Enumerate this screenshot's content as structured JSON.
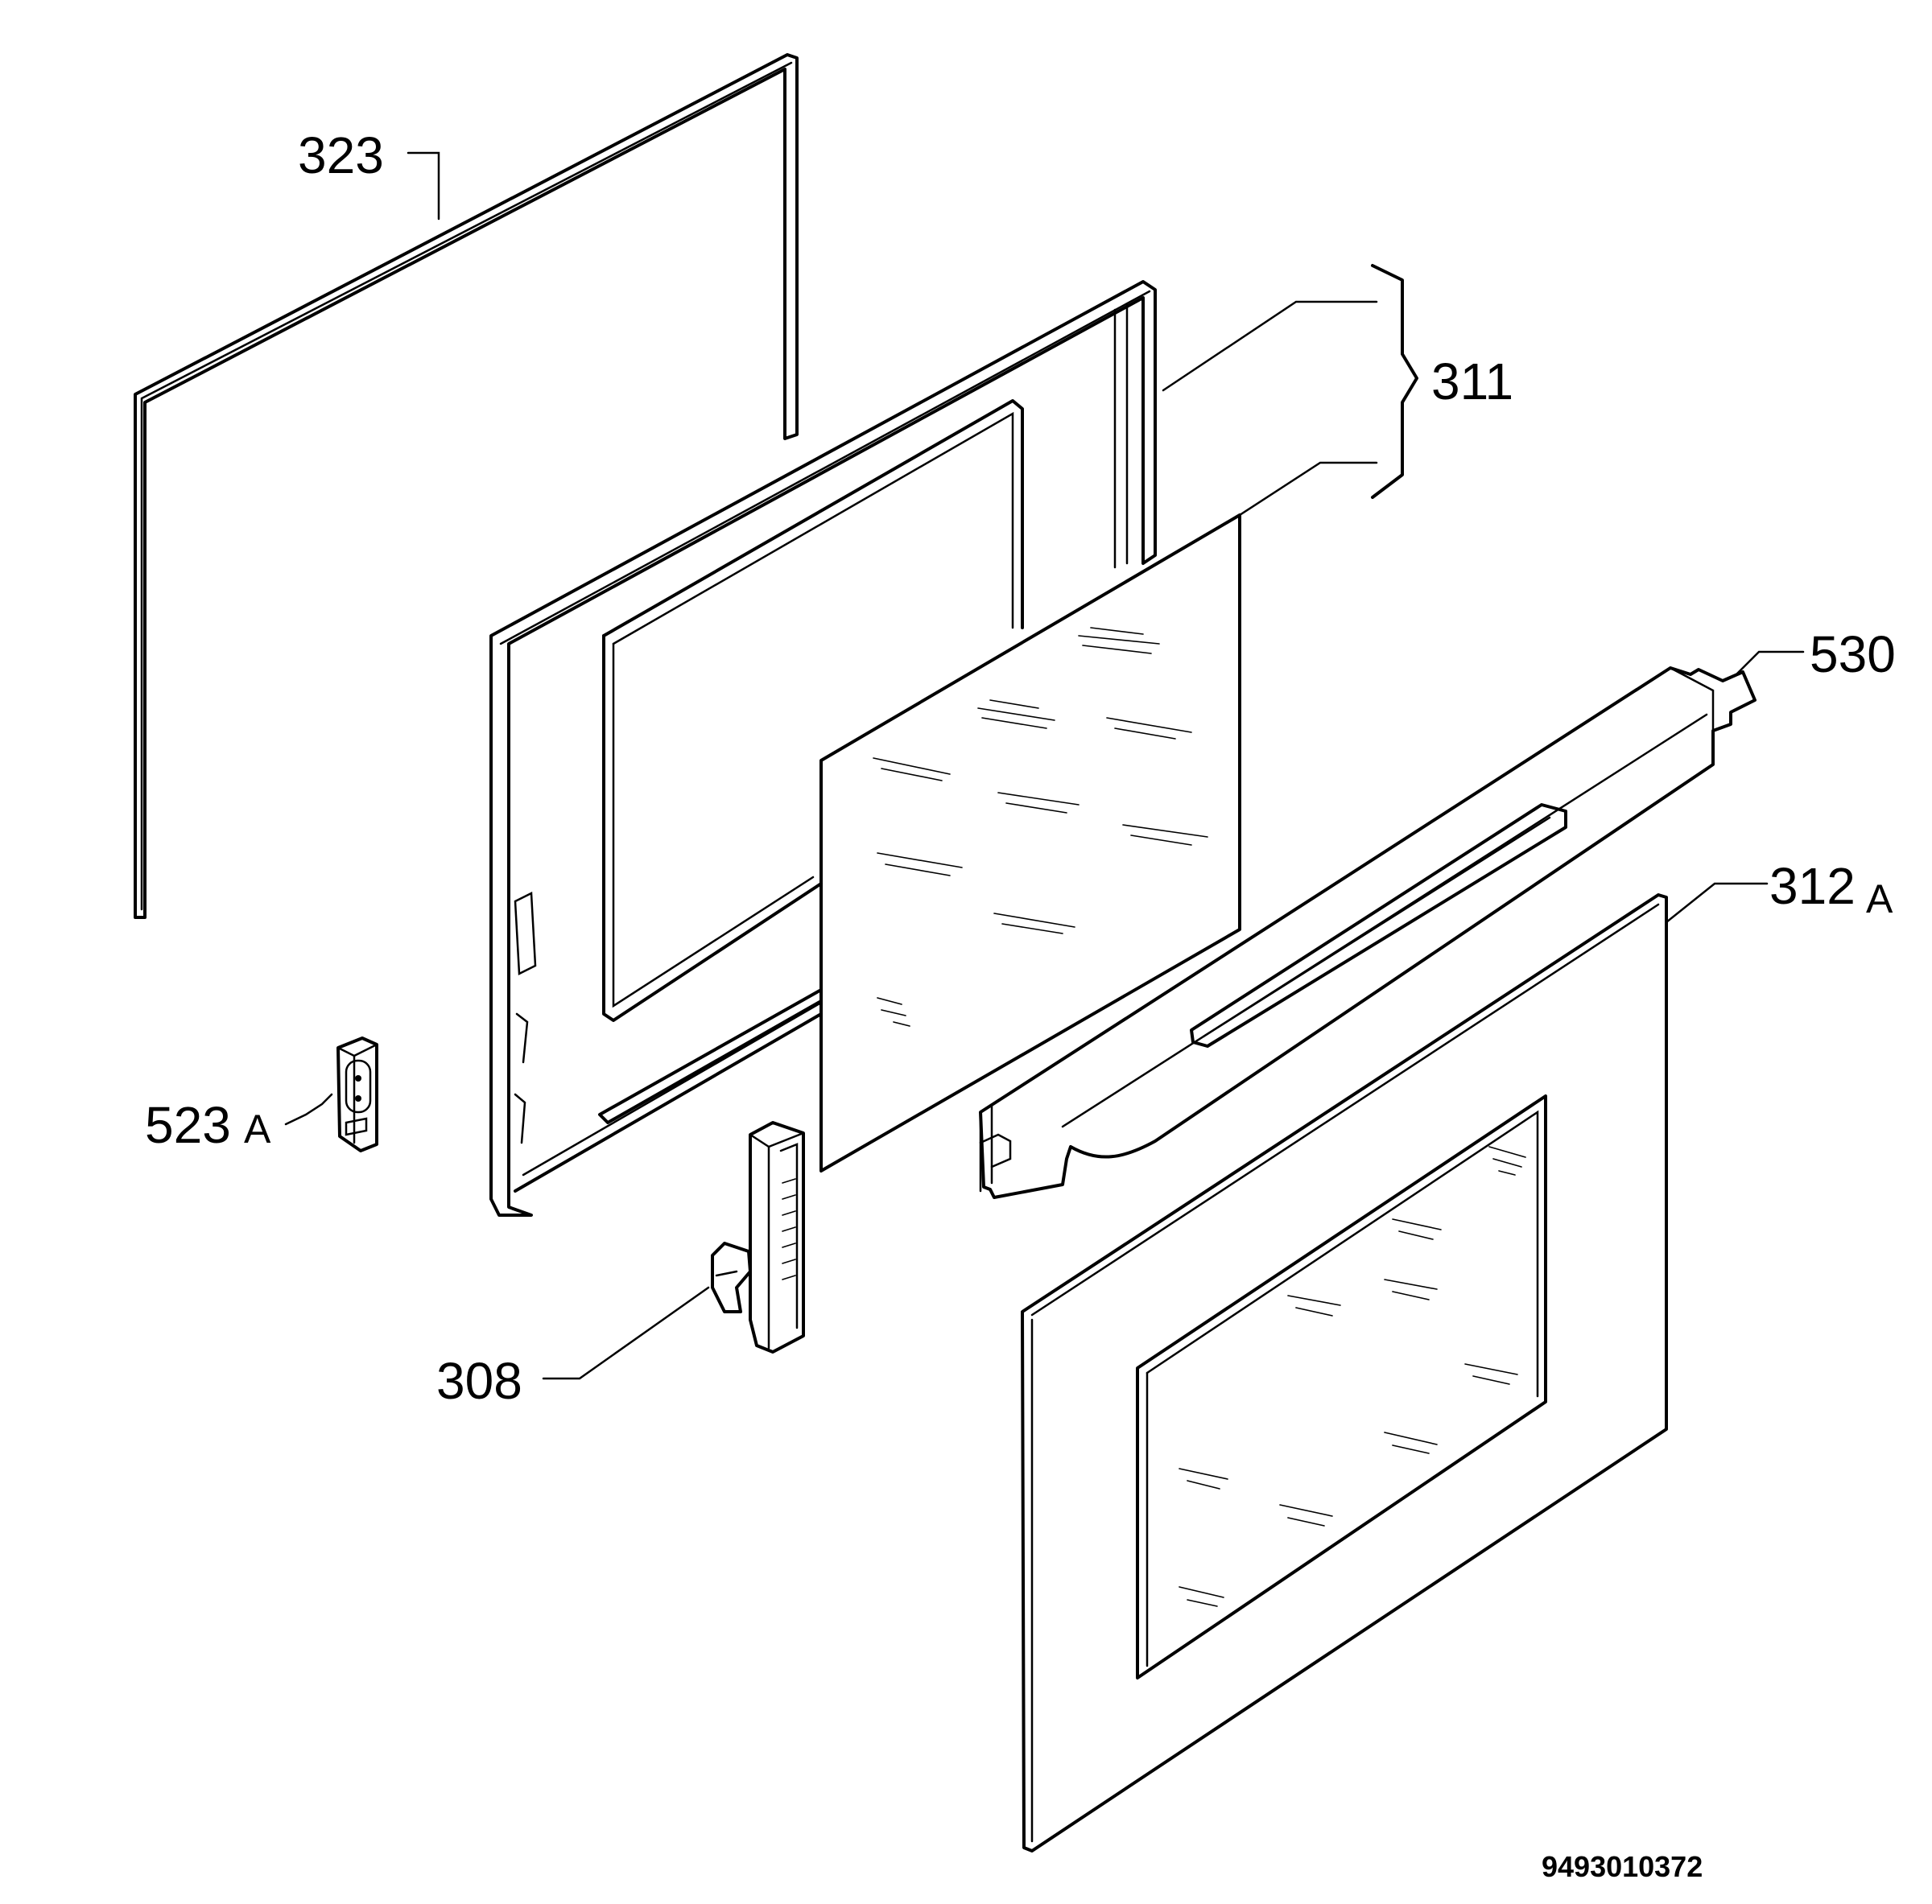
{
  "labels": {
    "p323": "323",
    "p311": "311",
    "p530": "530",
    "p312": "312",
    "p312_suffix": "A",
    "p523": "523",
    "p523_suffix": "A",
    "p308": "308"
  },
  "drawing_code": "9493010372"
}
